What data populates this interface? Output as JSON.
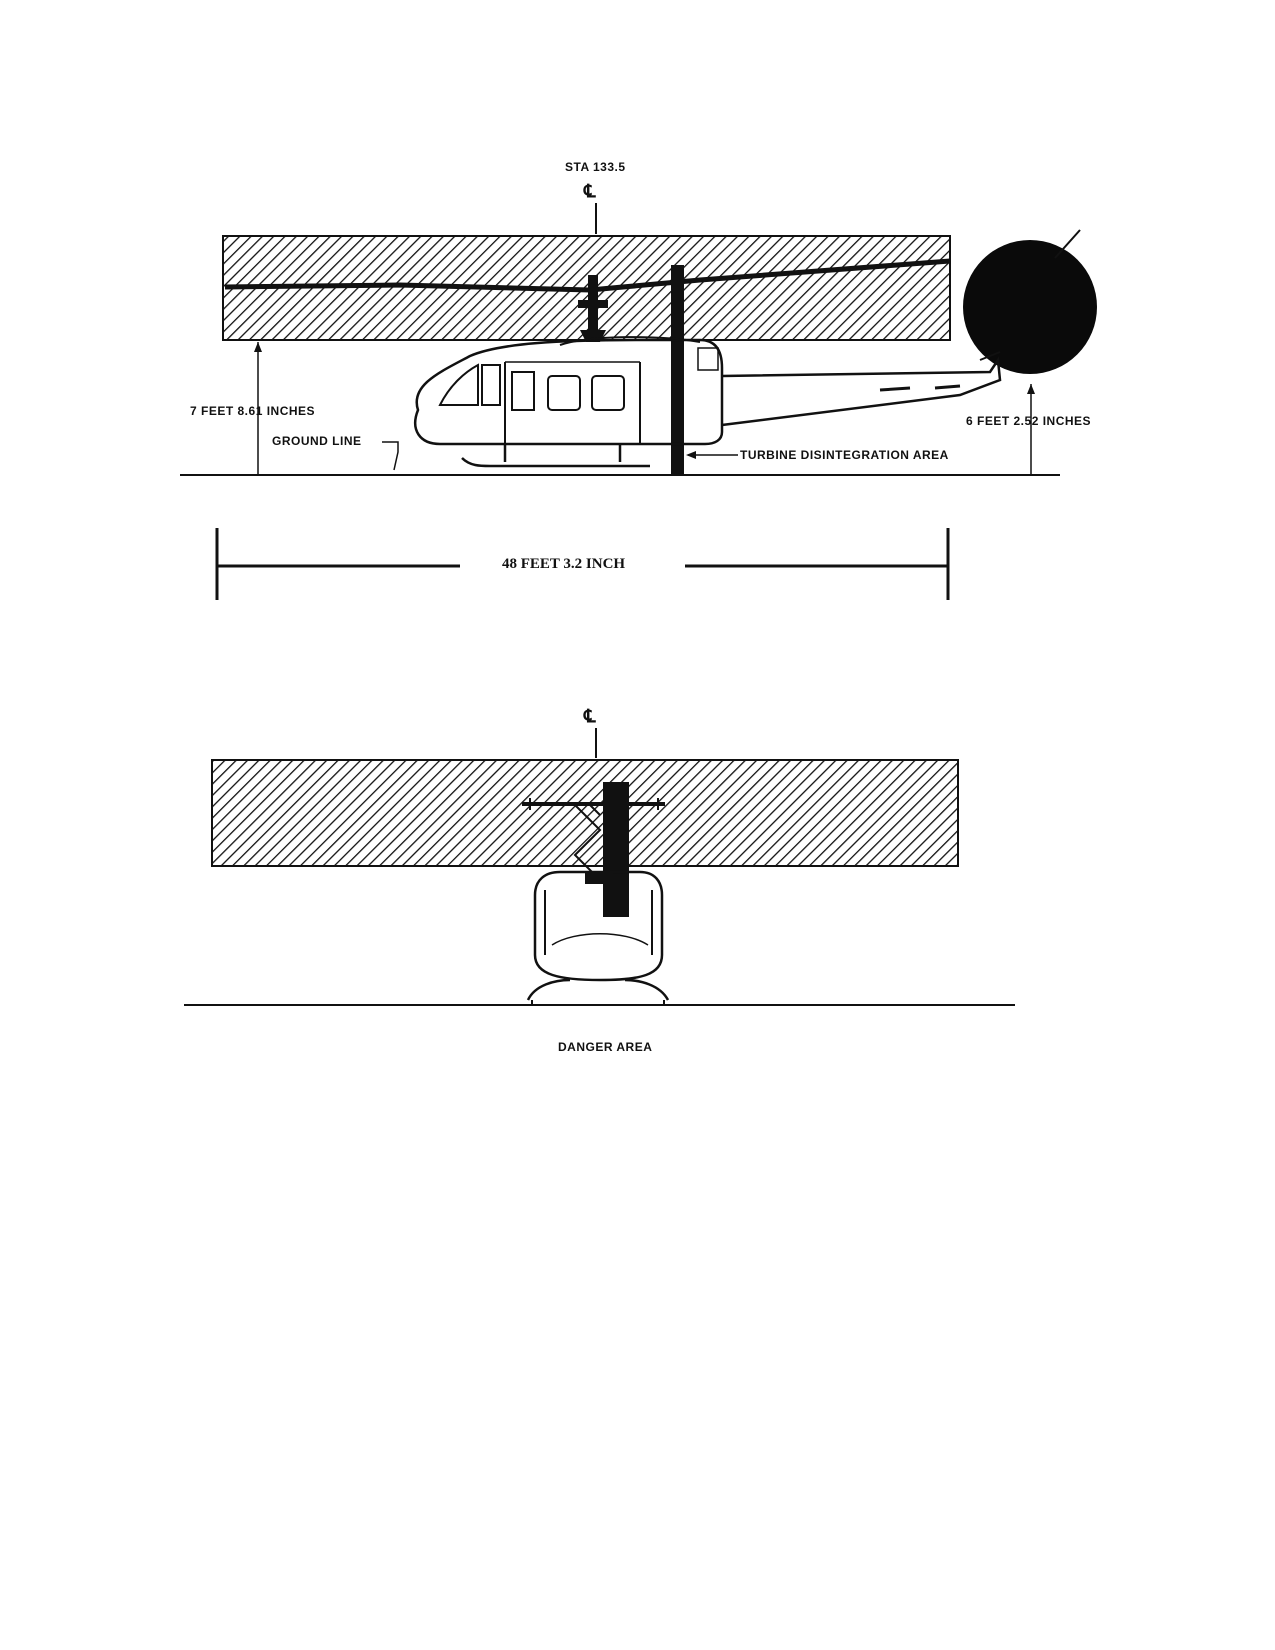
{
  "figure": {
    "station_label": "STA 133.5",
    "centerline_symbol": "℄",
    "side_view": {
      "height_label_left": "7 FEET 8.61 INCHES",
      "ground_label": "GROUND LINE",
      "height_label_right": "6 FEET 2.52 INCHES",
      "turbine_label": "TURBINE DISINTEGRATION AREA",
      "span_label": "48 FEET 3.2 INCH"
    },
    "front_view": {
      "caption": "DANGER AREA"
    }
  }
}
